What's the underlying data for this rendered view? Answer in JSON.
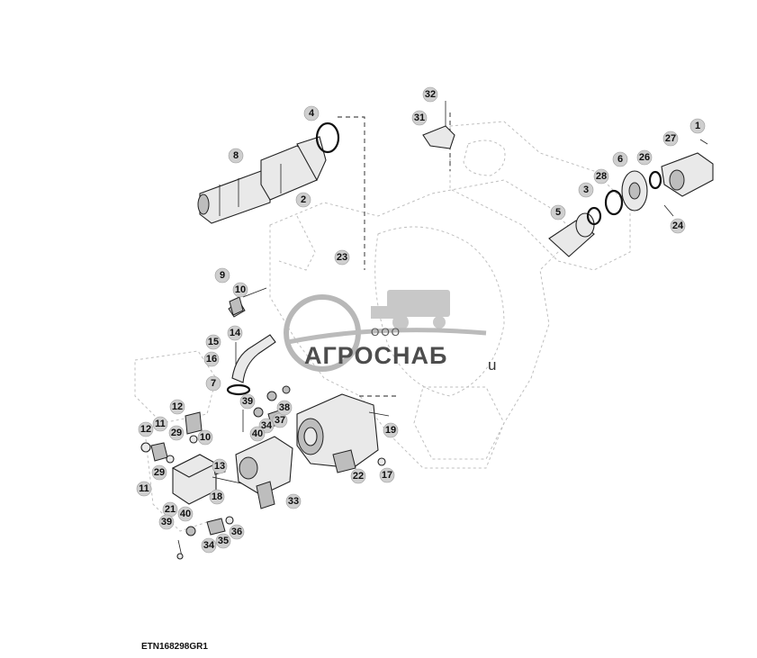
{
  "figure_code": "ETN168298GR1",
  "watermark": {
    "company": "ООО",
    "brand": "АГРОСНАБ",
    "suffix": "u"
  },
  "callouts": [
    {
      "label": "1"
    },
    {
      "label": "2"
    },
    {
      "label": "3"
    },
    {
      "label": "4"
    },
    {
      "label": "5"
    },
    {
      "label": "6"
    },
    {
      "label": "7"
    },
    {
      "label": "8"
    },
    {
      "label": "9"
    },
    {
      "label": "10"
    },
    {
      "label": "10"
    },
    {
      "label": "11"
    },
    {
      "label": "11"
    },
    {
      "label": "12"
    },
    {
      "label": "12"
    },
    {
      "label": "13"
    },
    {
      "label": "14"
    },
    {
      "label": "15"
    },
    {
      "label": "16"
    },
    {
      "label": "17"
    },
    {
      "label": "18"
    },
    {
      "label": "19"
    },
    {
      "label": "21"
    },
    {
      "label": "22"
    },
    {
      "label": "23"
    },
    {
      "label": "24"
    },
    {
      "label": "26"
    },
    {
      "label": "27"
    },
    {
      "label": "28"
    },
    {
      "label": "29"
    },
    {
      "label": "29"
    },
    {
      "label": "31"
    },
    {
      "label": "32"
    },
    {
      "label": "33"
    },
    {
      "label": "34"
    },
    {
      "label": "34"
    },
    {
      "label": "35"
    },
    {
      "label": "36"
    },
    {
      "label": "37"
    },
    {
      "label": "38"
    },
    {
      "label": "39"
    },
    {
      "label": "39"
    },
    {
      "label": "40"
    },
    {
      "label": "40"
    }
  ]
}
